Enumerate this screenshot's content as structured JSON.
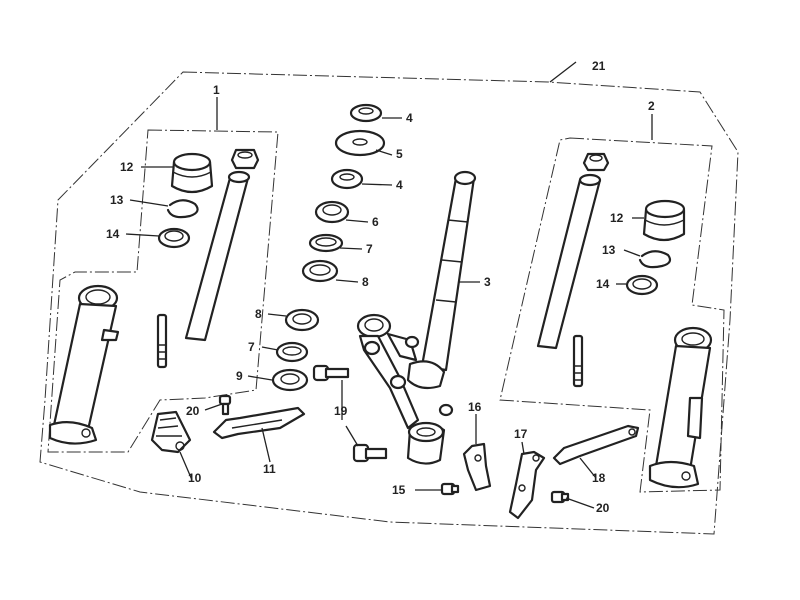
{
  "callouts": {
    "c1": "1",
    "c2": "2",
    "c3": "3",
    "c4a": "4",
    "c4b": "4",
    "c5": "5",
    "c6": "6",
    "c7a": "7",
    "c7b": "7",
    "c8a": "8",
    "c8b": "8",
    "c9": "9",
    "c10": "10",
    "c11": "11",
    "c12a": "12",
    "c12b": "12",
    "c13a": "13",
    "c13b": "13",
    "c14a": "14",
    "c14b": "14",
    "c15": "15",
    "c16": "16",
    "c17": "17",
    "c18": "18",
    "c19": "19",
    "c20a": "20",
    "c20b": "20",
    "c21": "21"
  },
  "colors": {
    "line": "#222222",
    "background": "#ffffff"
  }
}
